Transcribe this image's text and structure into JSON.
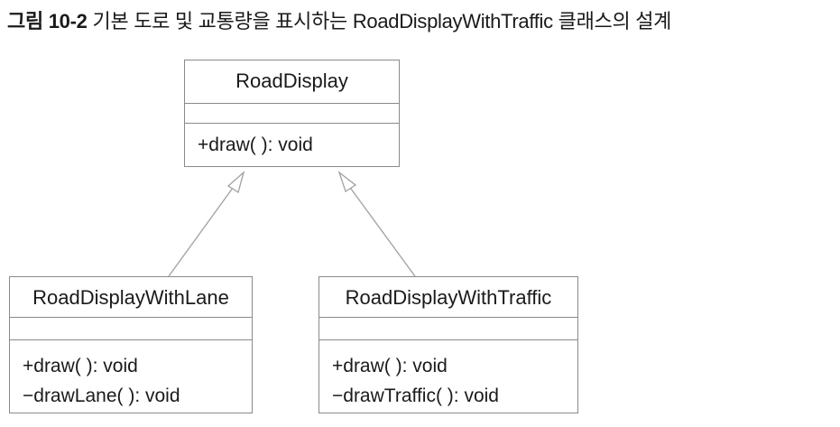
{
  "caption": {
    "number": "그림 10-2",
    "text": "기본 도로 및 교통량을 표시하는 RoadDisplayWithTraffic 클래스의 설계"
  },
  "classes": {
    "parent": {
      "name": "RoadDisplay",
      "operations": [
        "+draw( ): void"
      ]
    },
    "left_child": {
      "name": "RoadDisplayWithLane",
      "operations": [
        "+draw( ): void",
        "−drawLane( ): void"
      ]
    },
    "right_child": {
      "name": "RoadDisplayWithTraffic",
      "operations": [
        "+draw( ): void",
        "−drawTraffic( ): void"
      ]
    }
  },
  "relations": [
    {
      "type": "generalization",
      "from": "RoadDisplayWithLane",
      "to": "RoadDisplay"
    },
    {
      "type": "generalization",
      "from": "RoadDisplayWithTraffic",
      "to": "RoadDisplay"
    }
  ],
  "colors": {
    "border": "#8a8a8a",
    "text": "#1a1a1a",
    "arrow": "#a0a0a0"
  }
}
